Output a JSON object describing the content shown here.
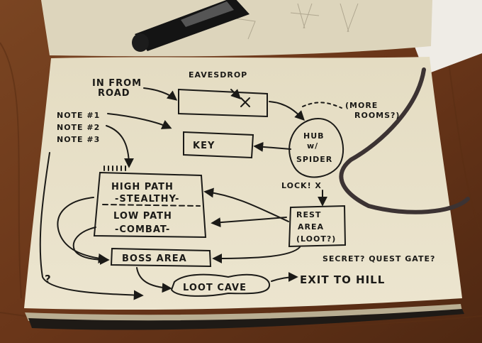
{
  "notebook": {
    "colors": {
      "table": "#6b3a1c",
      "page": "#e9e2c9",
      "ink": "#1b1a17",
      "ribbon": "#3c3333"
    }
  },
  "labels": {
    "in_from_road": [
      "IN FROM",
      "ROAD"
    ],
    "eavesdrop": "EAVESDROP",
    "more_rooms": [
      "(MORE",
      "ROOMS?)"
    ],
    "notes": [
      "NOTE #1",
      "NOTE #2",
      "NOTE #3"
    ],
    "key": "KEY",
    "hub": [
      "HUB",
      "w/",
      "SPIDER"
    ],
    "lock": "LOCK! X",
    "high_path": "HIGH PATH",
    "stealthy": "-STEALTHY-",
    "low_path": "LOW PATH",
    "combat": "-COMBAT-",
    "rest_area": [
      "REST",
      "AREA",
      "(LOOT?)"
    ],
    "boss_area": "BOSS AREA",
    "secret": "SECRET? QUEST GATE?",
    "question": "?",
    "loot_cave": "LOOT CAVE",
    "exit": "EXIT TO HILL"
  }
}
